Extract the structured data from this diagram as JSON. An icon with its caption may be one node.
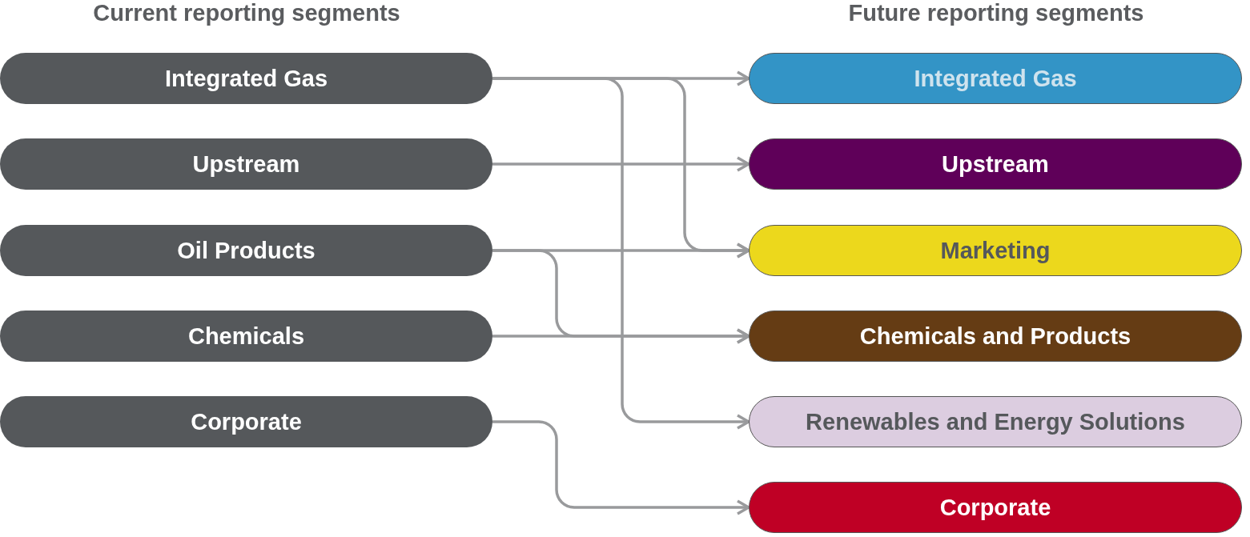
{
  "diagram": {
    "nodes": [
      {
        "text": [
          "Integrated Gas"
        ]
      },
      {
        "text": [
          "Upstream"
        ]
      },
      {
        "text": [
          "Oil Products"
        ]
      },
      {
        "text": [
          "Chemicals"
        ]
      },
      {
        "text": [
          "Corporate"
        ]
      },
      {
        "text": [
          "Integrated Gas"
        ]
      },
      {
        "text": [
          "Upstream"
        ]
      },
      {
        "text": [
          "Marketing"
        ]
      },
      {
        "text": [
          "Chemicals and Products"
        ]
      },
      {
        "text": [
          "Renewables and Energy Solutions"
        ]
      },
      {
        "text": [
          "Corporate"
        ]
      }
    ],
    "edges": [
      {
        "from": 0,
        "to": 5,
        "arrow": "to"
      },
      {
        "from": 0,
        "to": 7,
        "arrow": "to"
      },
      {
        "from": 0,
        "to": 9,
        "arrow": "to"
      },
      {
        "from": 1,
        "to": 6,
        "arrow": "to"
      },
      {
        "from": 2,
        "to": 7,
        "arrow": "to"
      },
      {
        "from": 2,
        "to": 8,
        "arrow": "to"
      },
      {
        "from": 3,
        "to": 8,
        "arrow": "to"
      },
      {
        "from": 4,
        "to": 10,
        "arrow": "to"
      }
    ],
    "labels": [
      "Current reporting segments",
      "Future reporting segments"
    ]
  }
}
